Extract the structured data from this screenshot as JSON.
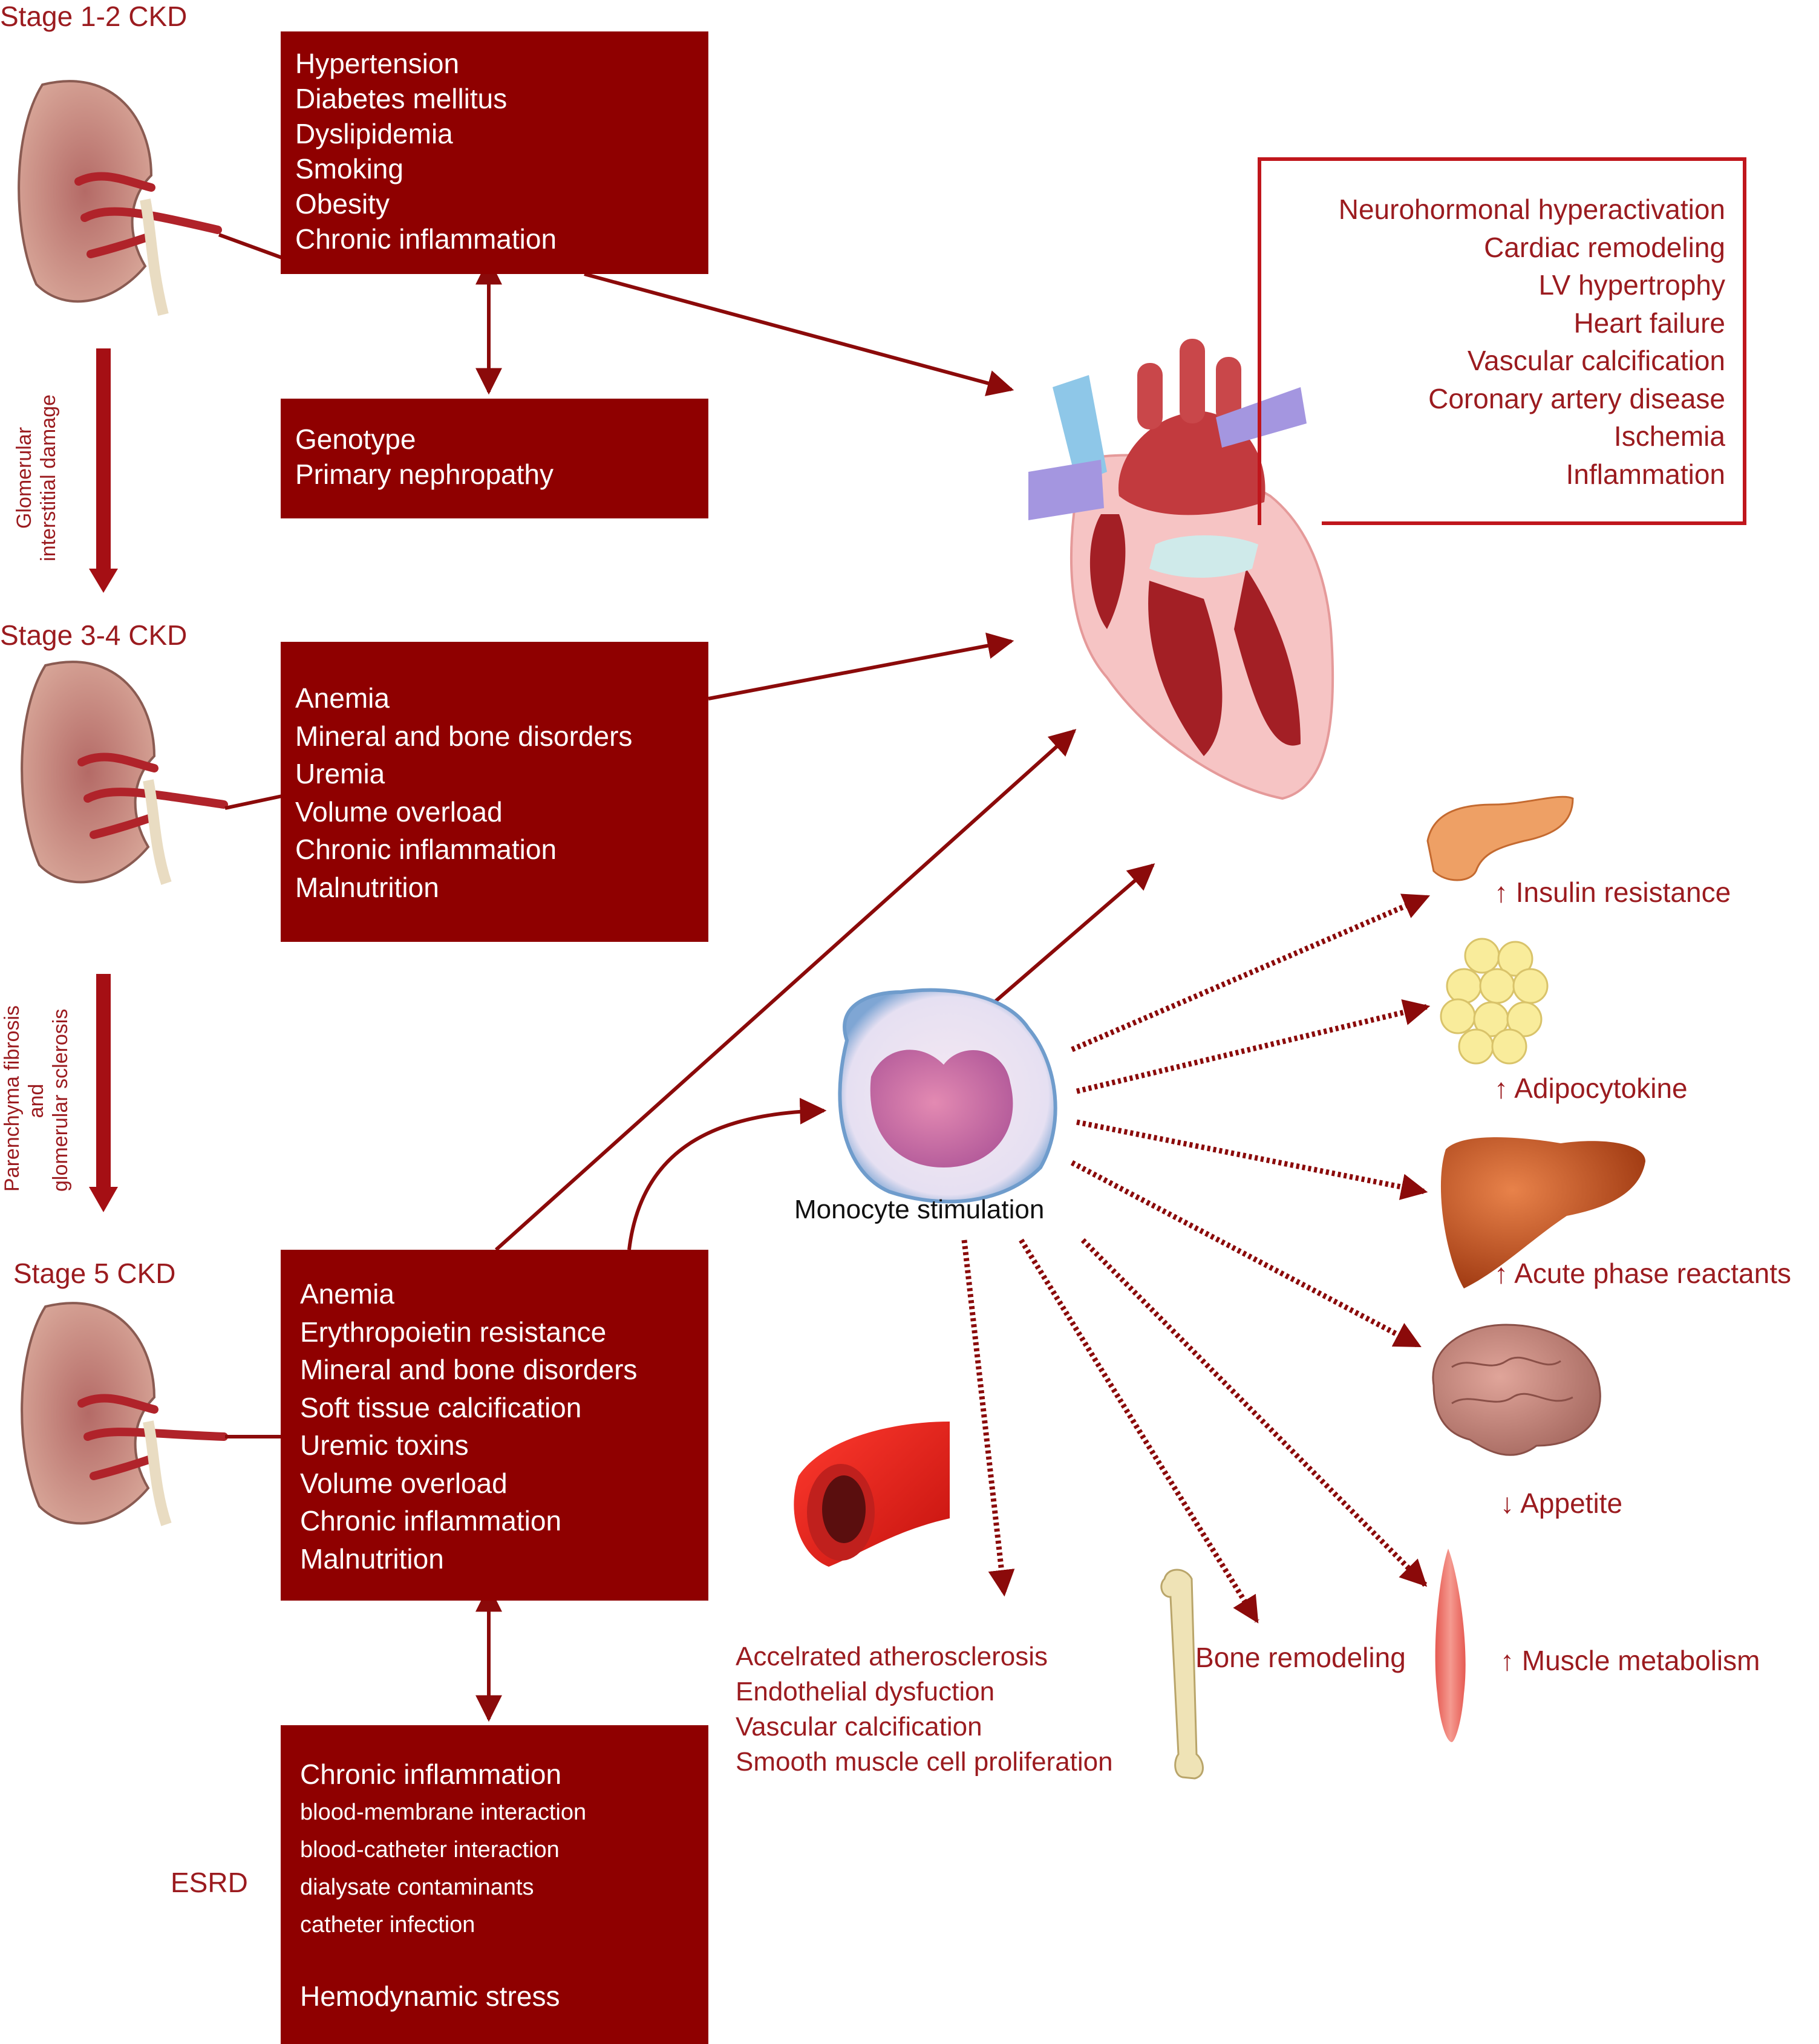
{
  "stages": {
    "stage12": "Stage 1-2 CKD",
    "stage34": "Stage 3-4 CKD",
    "stage5": "Stage 5 CKD",
    "esrd": "ESRD"
  },
  "progression": {
    "first": [
      "Glomerular",
      "interstitial damage"
    ],
    "second": [
      "Parenchyma fibrosis",
      "and",
      "glomerular sclerosis"
    ]
  },
  "boxes": {
    "stage12_factors": [
      "Hypertension",
      "Diabetes mellitus",
      "Dyslipidemia",
      "Smoking",
      "Obesity",
      "Chronic inflammation"
    ],
    "genetic": [
      "Genotype",
      "Primary nephropathy"
    ],
    "stage34_factors": [
      "Anemia",
      "Mineral and bone disorders",
      "Uremia",
      "Volume overload",
      "Chronic inflammation",
      "Malnutrition"
    ],
    "stage5_factors": [
      "Anemia",
      "Erythropoietin resistance",
      "Mineral and bone disorders",
      "Soft tissue calcification",
      "Uremic toxins",
      "Volume overload",
      "Chronic inflammation",
      "Malnutrition"
    ],
    "esrd_factors": {
      "title": "Chronic inflammation",
      "sub": [
        "blood-membrane interaction",
        "blood-catheter interaction",
        "dialysate contaminants",
        "catheter infection"
      ],
      "footer": "Hemodynamic stress"
    }
  },
  "cardiac_outcomes": [
    "Neurohormonal hyperactivation",
    "Cardiac remodeling",
    "LV hypertrophy",
    "Heart failure",
    "Vascular calcification",
    "Coronary artery disease",
    "Ischemia",
    "Inflammation"
  ],
  "monocyte": {
    "label": "Monocyte stimulation"
  },
  "organ_effects": {
    "pancreas": "↑ Insulin resistance",
    "adipose": "↑ Adipocytokine",
    "liver": "↑ Acute phase reactants",
    "brain": "↓ Appetite",
    "muscle": "↑ Muscle metabolism",
    "bone": "Bone remodeling",
    "vessel": [
      "Accelrated atherosclerosis",
      "Endothelial dysfuction",
      "Vascular calcification",
      "Smooth muscle cell proliferation"
    ]
  },
  "colors": {
    "box_fill": "#8f0000",
    "text_red": "#9b1b1f",
    "outline": "#c0161c",
    "arrow": "#8b0a0a"
  }
}
